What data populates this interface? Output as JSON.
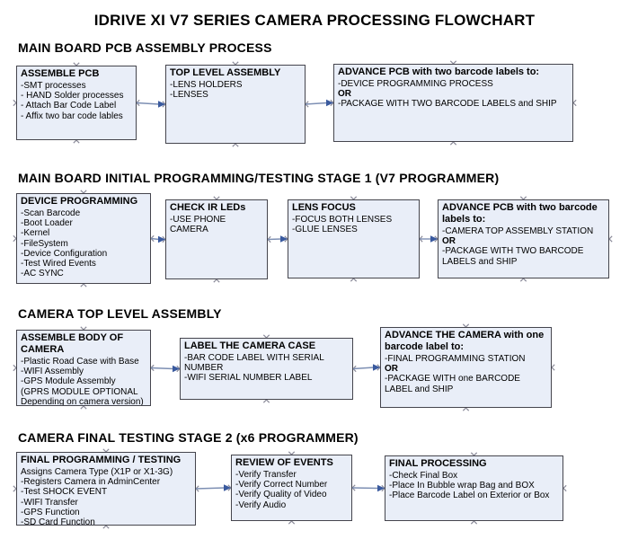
{
  "title": "IDRIVE XI V7 SERIES CAMERA PROCESSING FLOWCHART",
  "colors": {
    "background": "#ffffff",
    "box_fill": "#e9eef8",
    "box_border": "#45454d",
    "text": "#000000",
    "connector_marker": "#8a8a99",
    "arrow_line": "#7d8fb3",
    "arrow_head": "#3a5a9e"
  },
  "sections": [
    {
      "header": "MAIN BOARD PCB ASSEMBLY PROCESS",
      "boxes": [
        {
          "title": "ASSEMBLE PCB",
          "items": [
            "-SMT processes",
            "- HAND Solder processes",
            "- Attach Bar Code Label",
            "- Affix two bar code lables"
          ]
        },
        {
          "title": "TOP LEVEL ASSEMBLY",
          "items": [
            "-LENS HOLDERS",
            "-LENSES"
          ]
        },
        {
          "title": "ADVANCE PCB with two barcode labels to:",
          "items": [
            "-DEVICE PROGRAMMING PROCESS",
            "OR",
            "-PACKAGE WITH TWO BARCODE LABELS and SHIP"
          ]
        }
      ]
    },
    {
      "header": "MAIN BOARD INITIAL PROGRAMMING/TESTING STAGE 1 (V7 PROGRAMMER)",
      "boxes": [
        {
          "title": "DEVICE PROGRAMMING",
          "items": [
            "-Scan Barcode",
            "-Boot Loader",
            "-Kernel",
            "-FileSystem",
            "-Device Configuration",
            "-Test Wired Events",
            "-AC SYNC"
          ]
        },
        {
          "title": "CHECK IR LEDs",
          "items": [
            "-USE PHONE CAMERA"
          ]
        },
        {
          "title": "LENS FOCUS",
          "items": [
            "-FOCUS BOTH LENSES",
            "-GLUE LENSES"
          ]
        },
        {
          "title": "ADVANCE PCB with two barcode labels to:",
          "items": [
            "-CAMERA TOP ASSEMBLY STATION",
            "OR",
            "-PACKAGE WITH TWO BARCODE LABELS and SHIP"
          ]
        }
      ]
    },
    {
      "header": "CAMERA TOP LEVEL ASSEMBLY",
      "boxes": [
        {
          "title": "ASSEMBLE BODY OF CAMERA",
          "items": [
            "-Plastic Road Case with Base",
            "-WIFI Assembly",
            "-GPS Module Assembly",
            "(GPRS MODULE OPTIONAL",
            "Depending on camera version)"
          ]
        },
        {
          "title": "LABEL THE CAMERA CASE",
          "items": [
            "-BAR CODE LABEL WITH SERIAL NUMBER",
            "-WIFI SERIAL NUMBER LABEL"
          ]
        },
        {
          "title": "ADVANCE THE CAMERA with one barcode label to:",
          "items": [
            "-FINAL PROGRAMMING STATION",
            "OR",
            "-PACKAGE WITH one BARCODE LABEL and SHIP"
          ]
        }
      ]
    },
    {
      "header": "CAMERA FINAL TESTING STAGE 2 (x6 PROGRAMMER)",
      "boxes": [
        {
          "title": "FINAL PROGRAMMING / TESTING",
          "items": [
            "Assigns Camera Type (X1P or X1-3G)",
            "-Registers Camera in AdminCenter",
            "-Test SHOCK EVENT",
            "-WIFI Transfer",
            "-GPS Function",
            "-SD Card Function"
          ]
        },
        {
          "title": "REVIEW OF EVENTS",
          "items": [
            "-Verify Transfer",
            "-Verify Correct Number",
            "-Verify Quality of Video",
            "-Verify Audio"
          ]
        },
        {
          "title": "FINAL PROCESSING",
          "items": [
            "-Check Final Box",
            "-Place In Bubble wrap Bag and BOX",
            "-Place Barcode Label on Exterior or Box"
          ]
        }
      ]
    }
  ],
  "connections": [
    {
      "from": "box-assemble-pcb",
      "to": "box-top-level-assembly"
    },
    {
      "from": "box-top-level-assembly",
      "to": "box-advance-pcb-to-programming"
    },
    {
      "from": "box-device-programming",
      "to": "box-check-ir-leds"
    },
    {
      "from": "box-check-ir-leds",
      "to": "box-lens-focus"
    },
    {
      "from": "box-lens-focus",
      "to": "box-advance-pcb-to-camera-top"
    },
    {
      "from": "box-assemble-body-of-camera",
      "to": "box-label-camera-case"
    },
    {
      "from": "box-label-camera-case",
      "to": "box-advance-camera"
    },
    {
      "from": "box-final-programming-testing",
      "to": "box-review-of-events"
    },
    {
      "from": "box-review-of-events",
      "to": "box-final-processing"
    }
  ]
}
